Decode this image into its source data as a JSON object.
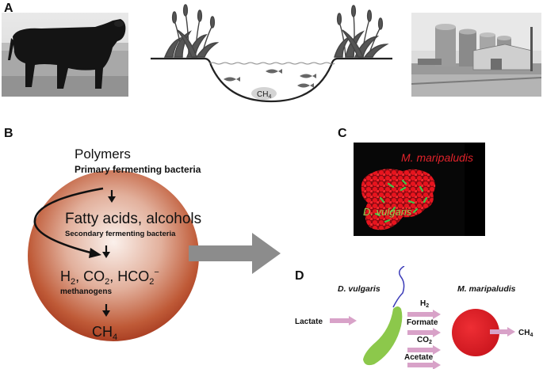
{
  "panel_a": {
    "letter": "A",
    "pond": {
      "gas_label": "CH",
      "gas_sub": "4"
    }
  },
  "panel_b": {
    "letter": "B",
    "step1": "Polymers",
    "step1_actor": "Primary fermenting bacteria",
    "step2": "Fatty acids, alcohols",
    "step2_actor": "Secondary fermenting bacteria",
    "step3": {
      "h": "H",
      "h_sub": "2",
      "co": ", CO",
      "co_sub": "2",
      "hco": ", HCO",
      "hco_sub": "2",
      "hco_sup": "−"
    },
    "step3_actor": "methanogens",
    "step4": {
      "ch": "CH",
      "ch_sub": "4"
    }
  },
  "panel_c": {
    "letter": "C",
    "label_methanogen": "M. maripaludis",
    "label_bacterium": "D. vulgaris"
  },
  "panel_d": {
    "letter": "D",
    "organism_left": "D. vulgaris",
    "organism_right": "M. maripaludis",
    "input": "Lactate",
    "exchange": [
      {
        "label": "H",
        "sub": "2"
      },
      {
        "label": "Formate",
        "sub": ""
      },
      {
        "label": "CO",
        "sub": "2"
      },
      {
        "label": "Acetate",
        "sub": ""
      }
    ],
    "output": {
      "label": "CH",
      "sub": "4"
    }
  },
  "colors": {
    "arrow_pink": "#d8a2c8",
    "bacterium_green": "#8cc84b",
    "methanogen_red": "#e0222a",
    "sphere_edge": "#a83a1e",
    "sphere_center": "#f7e6df",
    "big_arrow": "#8c8c8c",
    "micrograph_red": "#e8141e",
    "micrograph_green": "#3ec84a"
  }
}
